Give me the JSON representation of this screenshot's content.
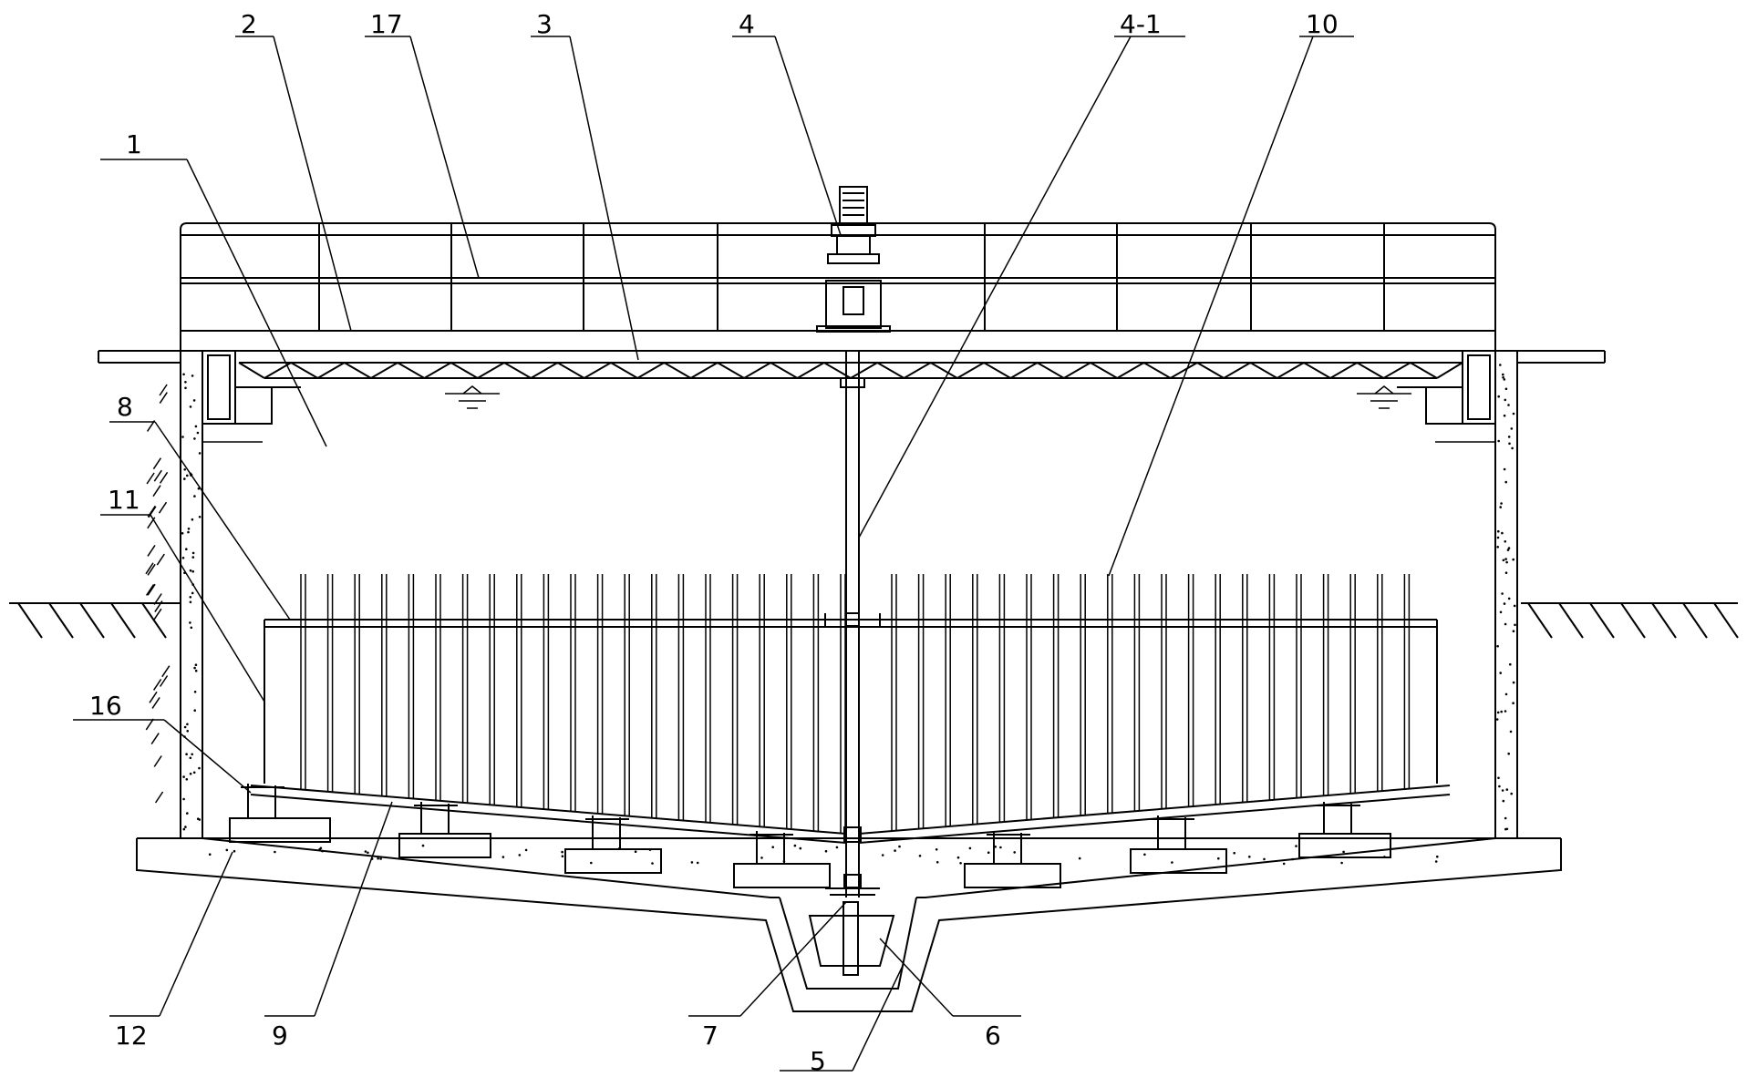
{
  "labels": {
    "l1": "1",
    "l2": "2",
    "l3": "3",
    "l4": "4",
    "l4_1": "4-1",
    "l5": "5",
    "l6": "6",
    "l7": "7",
    "l8": "8",
    "l9": "9",
    "l10": "10",
    "l11": "11",
    "l12": "12",
    "l16": "16",
    "l17": "17"
  }
}
